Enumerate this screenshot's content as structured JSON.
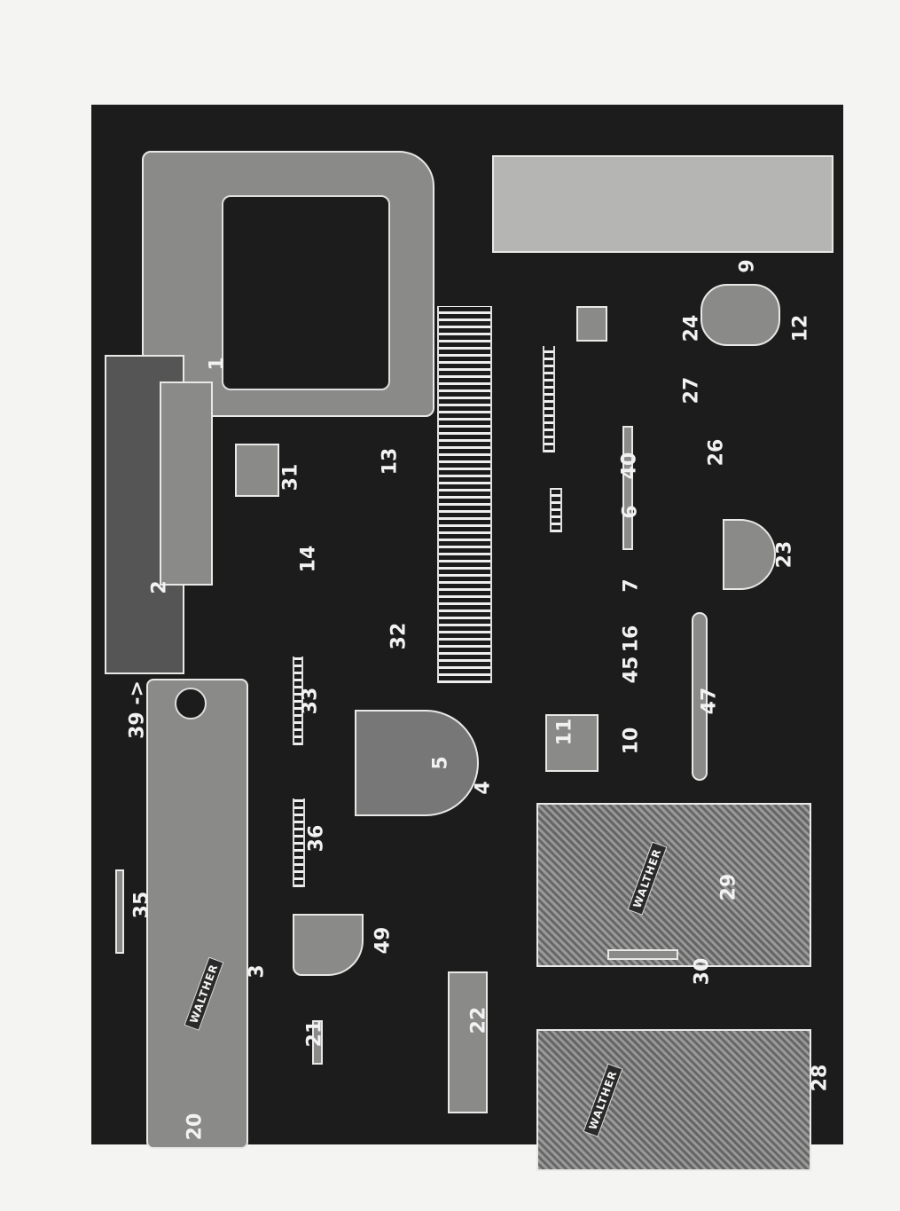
{
  "title": "Exploded parts view",
  "brand_marking": "WALTHER",
  "part_numbers": {
    "p1": "1",
    "p2": "2",
    "p3": "3",
    "p4": "4",
    "p5": "5",
    "p6": "6",
    "p7": "7",
    "p9": "9",
    "p10": "10",
    "p11": "11",
    "p12": "12",
    "p13": "13",
    "p14": "14",
    "p16": "16",
    "p20": "20",
    "p21": "21",
    "p22": "22",
    "p23": "23",
    "p24": "24",
    "p26": "26",
    "p27": "27",
    "p28": "28",
    "p29": "29",
    "p30": "30",
    "p31": "31",
    "p32": "32",
    "p33": "33",
    "p35": "35",
    "p36": "36",
    "p39": "39 ->",
    "p40": "40",
    "p45": "45",
    "p47": "47",
    "p49": "49"
  }
}
